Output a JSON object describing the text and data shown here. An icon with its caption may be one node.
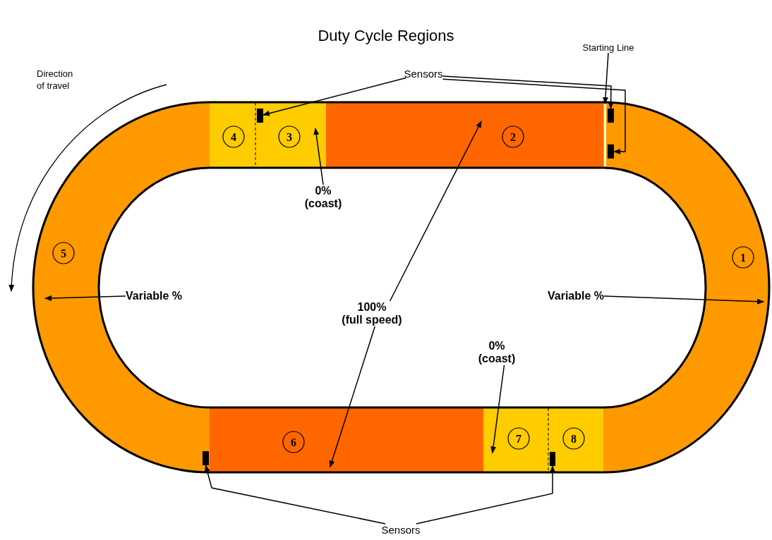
{
  "diagram": {
    "title": "Duty Cycle Regions",
    "nodes": [
      {
        "text": [
          "1"
        ]
      },
      {
        "text": [
          "2"
        ]
      },
      {
        "text": [
          "3"
        ]
      },
      {
        "text": [
          "4"
        ]
      },
      {
        "text": [
          "5"
        ]
      },
      {
        "text": [
          "6"
        ]
      },
      {
        "text": [
          "7"
        ]
      },
      {
        "text": [
          "8"
        ]
      },
      {
        "text": [],
        "shape": "bar",
        "in": 2
      },
      {
        "text": [],
        "shape": "bar",
        "in": 0
      },
      {
        "text": [],
        "shape": "bar",
        "in": 0
      },
      {
        "text": [],
        "shape": "bar",
        "in": 0
      },
      {
        "text": [],
        "shape": "bar",
        "in": 4
      },
      {
        "text": [],
        "shape": "bar",
        "in": 7
      },
      {
        "text": [
          "Sensors"
        ]
      },
      {
        "text": [
          "Starting Line"
        ]
      },
      {
        "text": [
          "0% (coast)"
        ]
      },
      {
        "text": [
          "100% (full speed)"
        ]
      },
      {
        "text": [
          "0% (coast)"
        ]
      },
      {
        "text": [
          "Variable %"
        ]
      },
      {
        "text": [
          "Variable %"
        ]
      },
      {
        "text": [
          "Sensors"
        ]
      }
    ],
    "edges": [
      {
        "from": 14,
        "to": 8,
        "arrow": "to"
      },
      {
        "from": 14,
        "to": 9,
        "arrow": "to"
      },
      {
        "from": 14,
        "to": 10,
        "arrow": "to"
      },
      {
        "from": 15,
        "to": 11,
        "arrow": "to"
      },
      {
        "from": 16,
        "to": 2,
        "arrow": "to"
      },
      {
        "from": 17,
        "to": 1,
        "arrow": "to"
      },
      {
        "from": 17,
        "to": 5,
        "arrow": "to"
      },
      {
        "from": 18,
        "to": 6,
        "arrow": "to"
      },
      {
        "from": 19,
        "to": 4,
        "arrow": "to"
      },
      {
        "from": 20,
        "to": 0,
        "arrow": "to"
      },
      {
        "from": 21,
        "to": 12,
        "arrow": "to"
      },
      {
        "from": 21,
        "to": 13,
        "arrow": "to"
      }
    ],
    "labels": [
      "Direction of travel"
    ]
  }
}
